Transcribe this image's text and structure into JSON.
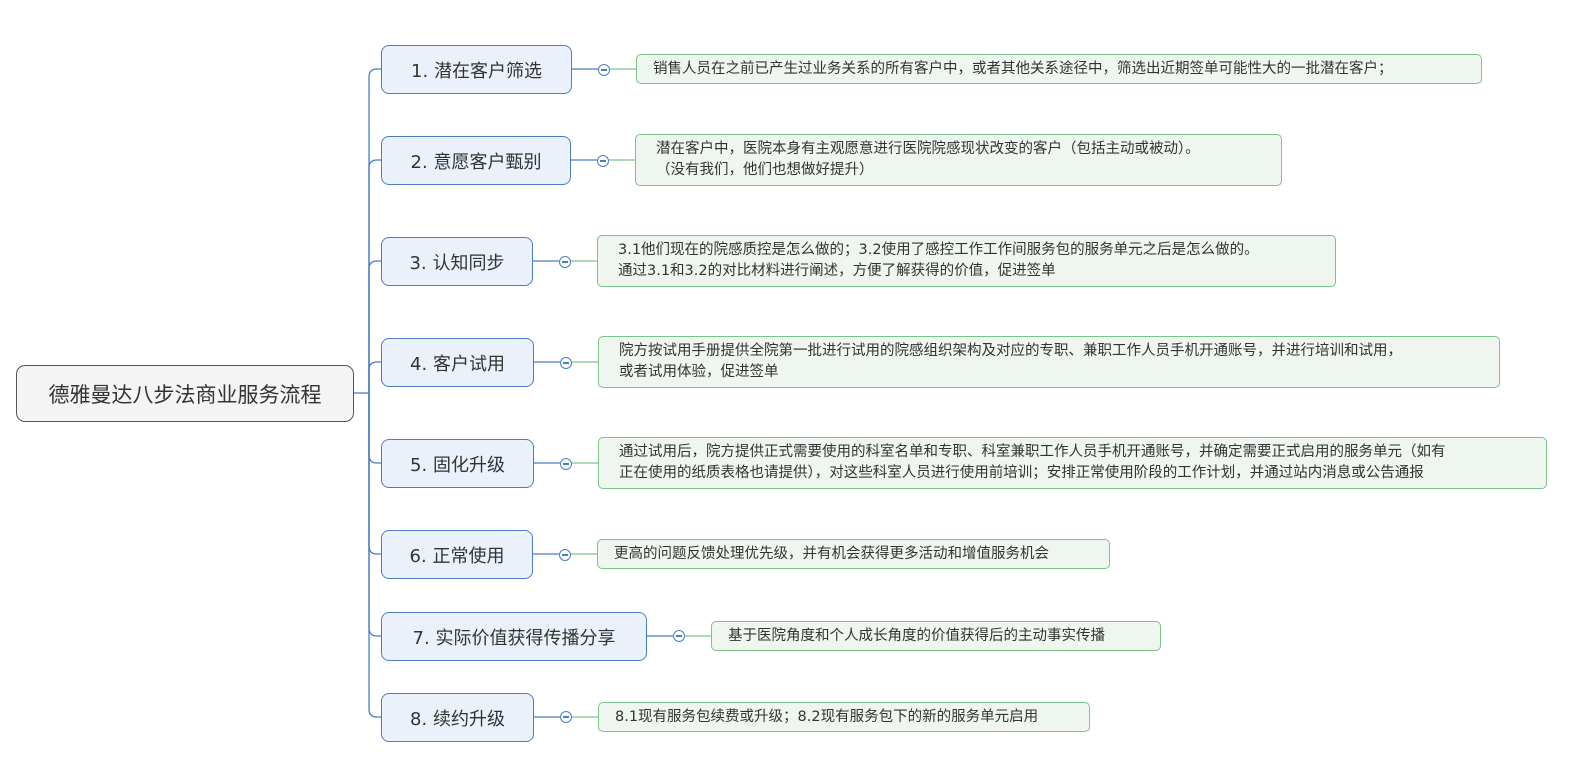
{
  "root": {
    "label": "德雅曼达八步法商业服务流程"
  },
  "steps": [
    {
      "label": "1. 潜在客户筛选",
      "detail": [
        "销售人员在之前已产生过业务关系的所有客户中，或者其他关系途径中，筛选出近期签单可能性大的一批潜在客户；"
      ]
    },
    {
      "label": "2. 意愿客户甄别",
      "detail": [
        "潜在客户中，医院本身有主观愿意进行医院院感现状改变的客户（包括主动或被动）。",
        "（没有我们，他们也想做好提升）"
      ]
    },
    {
      "label": "3. 认知同步",
      "detail": [
        "3.1他们现在的院感质控是怎么做的；3.2使用了感控工作工作间服务包的服务单元之后是怎么做的。",
        "通过3.1和3.2的对比材料进行阐述，方便了解获得的价值，促进签单"
      ]
    },
    {
      "label": "4. 客户试用",
      "detail": [
        "院方按试用手册提供全院第一批进行试用的院感组织架构及对应的专职、兼职工作人员手机开通账号，并进行培训和试用，",
        "或者试用体验，促进签单"
      ]
    },
    {
      "label": "5. 固化升级",
      "detail": [
        "通过试用后，院方提供正式需要使用的科室名单和专职、科室兼职工作人员手机开通账号，并确定需要正式启用的服务单元（如有",
        "正在使用的纸质表格也请提供），对这些科室人员进行使用前培训；安排正常使用阶段的工作计划，并通过站内消息或公告通报"
      ]
    },
    {
      "label": "6. 正常使用",
      "detail": [
        "更高的问题反馈处理优先级，并有机会获得更多活动和增值服务机会"
      ]
    },
    {
      "label": "7. 实际价值获得传播分享",
      "detail": [
        "基于医院角度和个人成长角度的价值获得后的主动事实传播"
      ]
    },
    {
      "label": "8. 续约升级",
      "detail": [
        "8.1现有服务包续费或升级；8.2现有服务包下的新的服务单元启用"
      ]
    }
  ],
  "colors": {
    "step_border": "#4a7ec2",
    "step_fill": "#eaf1fb",
    "detail_border": "#7cc28a",
    "detail_fill": "#eef6ef",
    "root_border": "#555555",
    "root_fill": "#f4f4f4",
    "connector_detail": "#7cc28a"
  },
  "icons": {
    "collapse": "minus-circle-icon"
  }
}
